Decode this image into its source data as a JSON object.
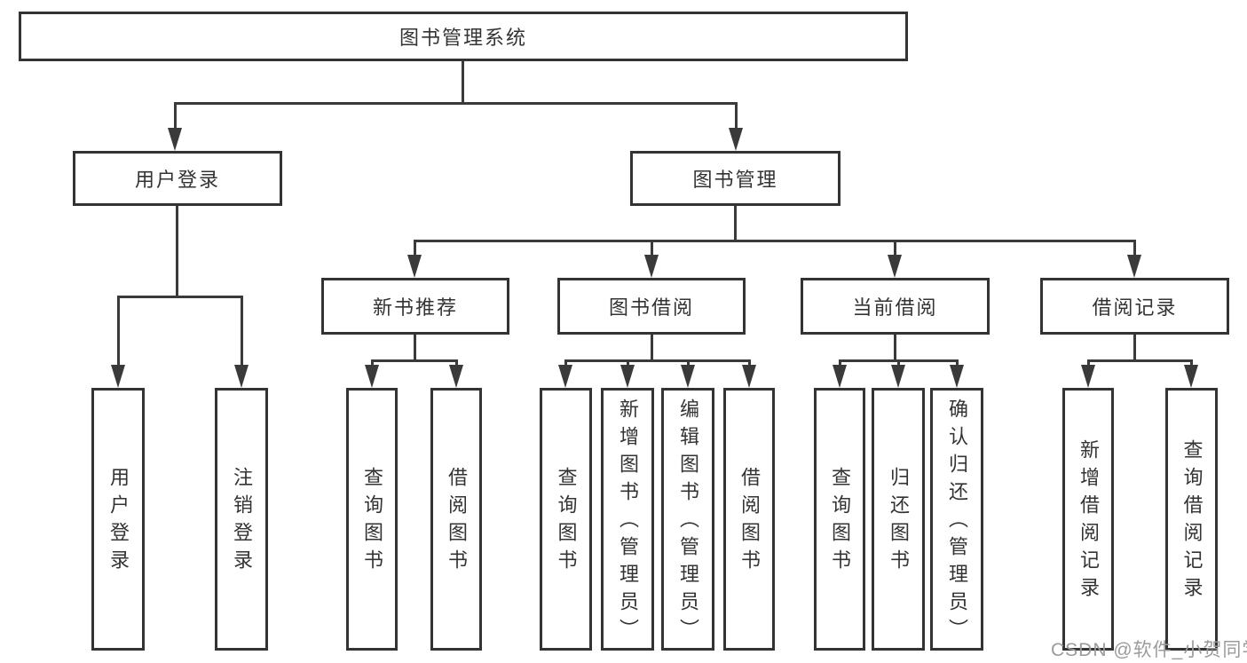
{
  "diagram": {
    "root": "图书管理系统",
    "level2": {
      "user_login": "用户登录",
      "book_management": "图书管理"
    },
    "level3": {
      "new_book_recommend": "新书推荐",
      "book_borrowing": "图书借阅",
      "current_borrowing": "当前借阅",
      "borrowing_records": "借阅记录"
    },
    "leaves": {
      "user_login": "用户登录",
      "logout": "注销登录",
      "rec_query_books": "查询图书",
      "rec_borrow_books": "借阅图书",
      "bb_query_books": "查询图书",
      "bb_add_books": "新增图书（管理员）",
      "bb_edit_books": "编辑图书（管理员）",
      "bb_borrow_books": "借阅图书",
      "cb_query_books": "查询图书",
      "cb_return_books": "归还图书",
      "cb_confirm_return": "确认归还（管理员）",
      "br_add_record": "新增借阅记录",
      "br_query_record": "查询借阅记录"
    },
    "watermark": "CSDN @软件_小贺同学",
    "colors": {
      "line": "#3a3a3a",
      "text": "#333333",
      "background": "#ffffff",
      "watermark": "#9b9b9b"
    }
  }
}
